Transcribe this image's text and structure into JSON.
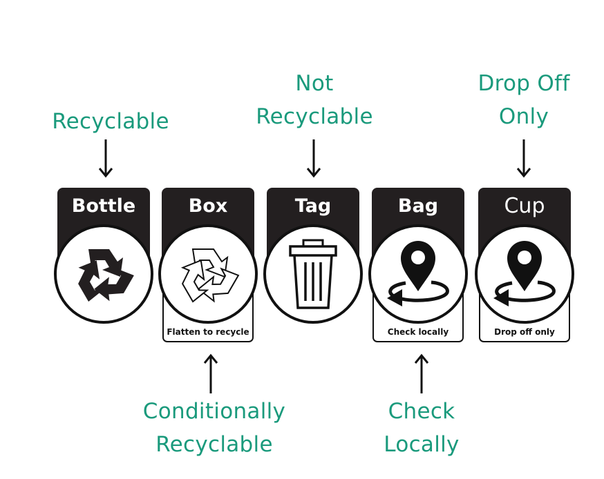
{
  "colors": {
    "label": "#1a9a7c",
    "card": "#231f20",
    "ink": "#111111"
  },
  "top_labels": [
    {
      "lines": [
        "Recyclable"
      ],
      "target": "Bottle"
    },
    {
      "lines": [
        "Not",
        "Recyclable"
      ],
      "target": "Tag"
    },
    {
      "lines": [
        "Drop Off",
        "Only"
      ],
      "target": "Cup"
    }
  ],
  "bottom_labels": [
    {
      "lines": [
        "Conditionally",
        "Recyclable"
      ],
      "target": "Box"
    },
    {
      "lines": [
        "Check",
        "Locally"
      ],
      "target": "Bag"
    }
  ],
  "cards": [
    {
      "title": "Bottle",
      "icon": "recycle-solid-icon",
      "footer": null
    },
    {
      "title": "Box",
      "icon": "recycle-outline-icon",
      "footer": "Flatten to recycle"
    },
    {
      "title": "Tag",
      "icon": "trash-bin-icon",
      "footer": null
    },
    {
      "title": "Bag",
      "icon": "location-pin-return-icon",
      "footer": "Check locally"
    },
    {
      "title": "Cup",
      "icon": "location-pin-return-icon",
      "footer": "Drop off only"
    }
  ]
}
